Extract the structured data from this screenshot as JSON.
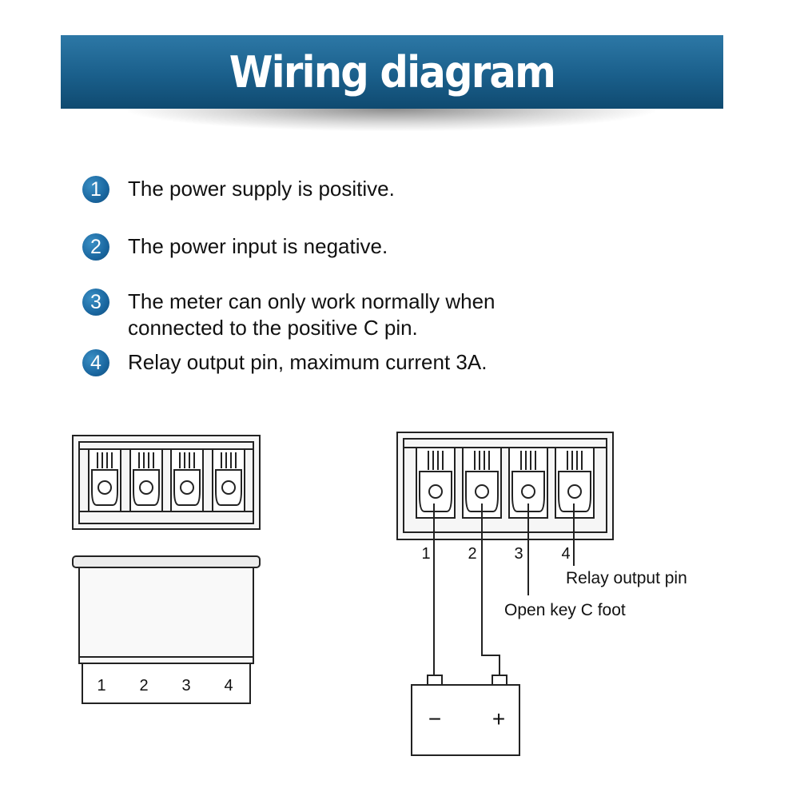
{
  "header": {
    "title": "Wiring diagram"
  },
  "items": [
    {
      "number": "1",
      "text": "The power supply is positive."
    },
    {
      "number": "2",
      "text": "The power input is negative."
    },
    {
      "number": "3",
      "text_line1": "The meter can only work normally when",
      "text_line2": "connected to the positive C pin."
    },
    {
      "number": "4",
      "text": "Relay output pin, maximum current 3A."
    }
  ],
  "left_diagram": {
    "pin_labels": [
      "1",
      "2",
      "3",
      "4"
    ]
  },
  "right_diagram": {
    "pin_labels": [
      "1",
      "2",
      "3",
      "4"
    ],
    "relay_label": "Relay output pin",
    "open_key_label": "Open key C foot",
    "battery_minus": "−",
    "battery_plus": "+"
  }
}
